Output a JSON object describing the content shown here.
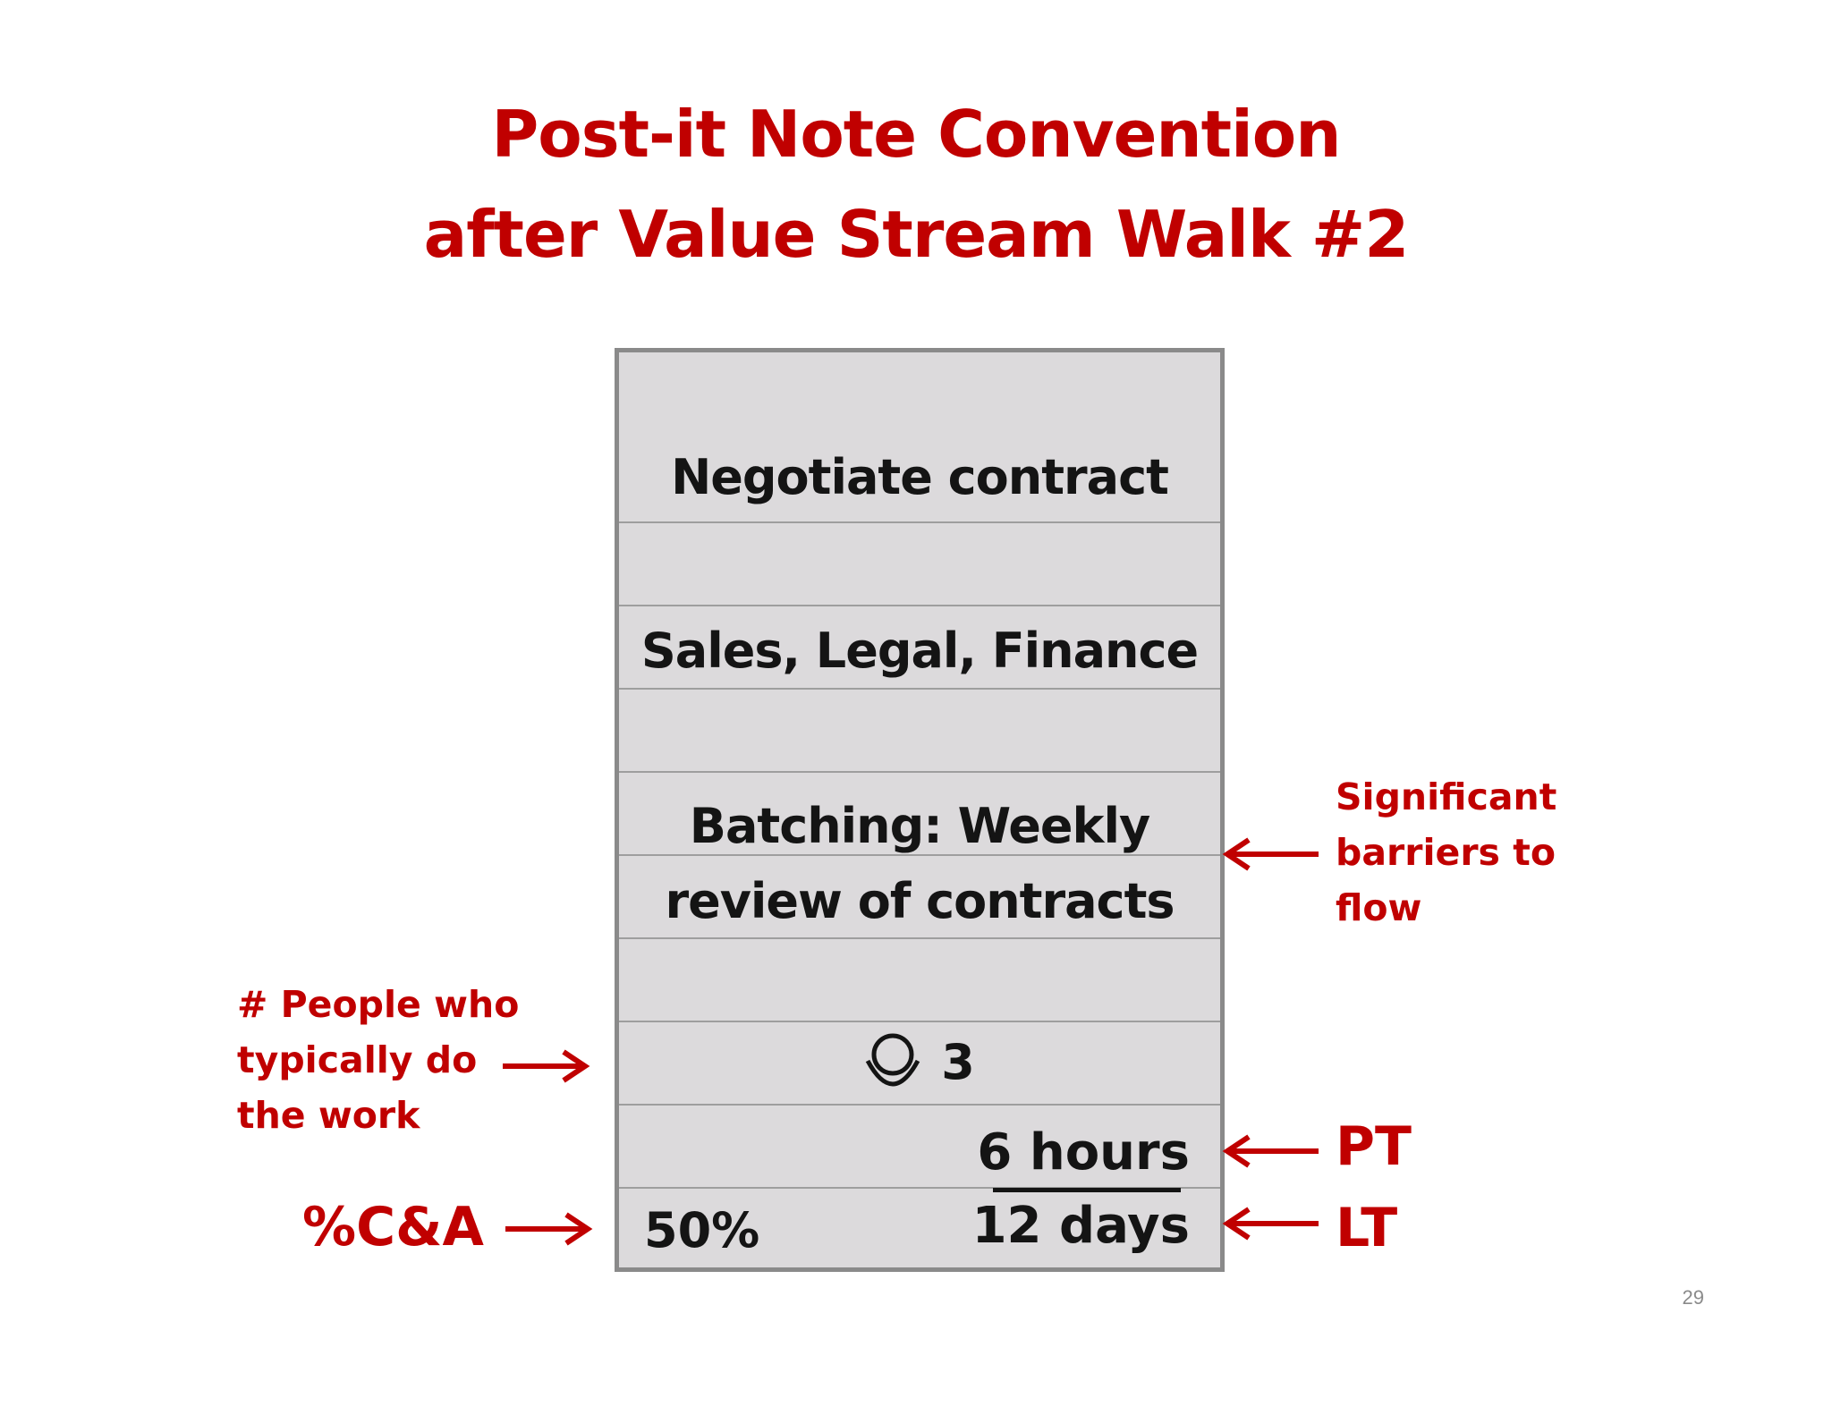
{
  "slide": {
    "title_line1": "Post-it Note Convention",
    "title_line2": "after Value Stream Walk #2",
    "page_number": "29"
  },
  "note": {
    "process_name": "Negotiate contract",
    "functions": "Sales, Legal, Finance",
    "barrier_line1": "Batching: Weekly",
    "barrier_line2": "review of contracts",
    "people_icon": "person-icon",
    "people_count": "3",
    "process_time": "6 hours",
    "lead_time": "12 days",
    "percent_ca": "50%"
  },
  "annotations": {
    "barriers": [
      "Significant",
      "barriers to",
      "flow"
    ],
    "people": [
      "# People who",
      "typically do",
      "the work"
    ],
    "pt": "PT",
    "lt": "LT",
    "ca": "%C&A"
  },
  "colors": {
    "accent": "#c00000",
    "note_fill": "#dcdadc",
    "note_border": "#8a8a8a",
    "text": "#141414"
  }
}
